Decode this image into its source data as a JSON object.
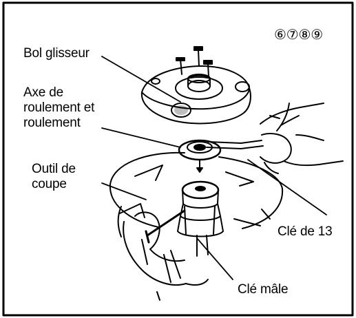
{
  "figure": {
    "step_refs": "⑥⑦⑧⑨",
    "labels": {
      "bowl": "Bol glisseur",
      "axle_line1": "Axe de",
      "axle_line2": "roulement et",
      "axle_line3": "roulement",
      "tool_line1": "Outil de",
      "tool_line2": "coupe",
      "wrench": "Clé de 13",
      "hex_key": "Clé mâle"
    }
  }
}
